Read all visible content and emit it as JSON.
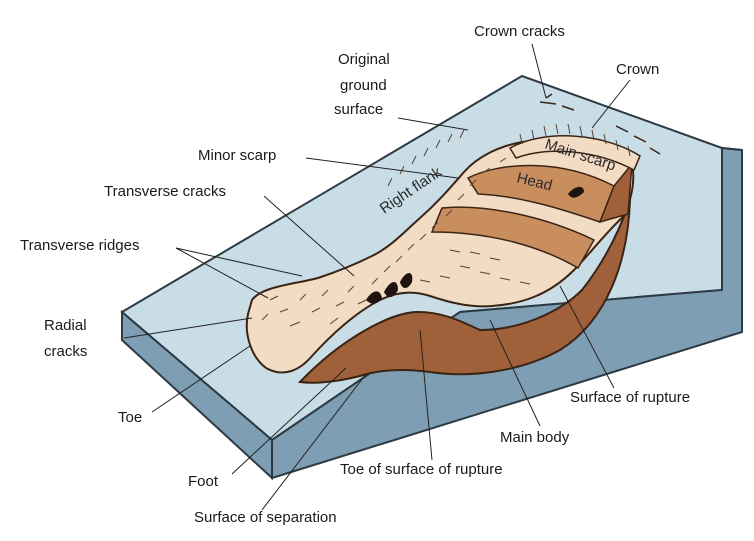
{
  "diagram": {
    "colors": {
      "ground_top": "#c9dde6",
      "ground_side": "#7e9fb3",
      "block_edge": "#2d3a44",
      "slide_body": "#f2dcc3",
      "slide_dark": "#a0603a",
      "head_block": "#c98e5e",
      "hatch": "#5a4333"
    },
    "labels": {
      "crown_cracks": "Crown cracks",
      "crown": "Crown",
      "original_ground_1": "Original",
      "original_ground_2": "ground",
      "original_ground_3": "surface",
      "minor_scarp": "Minor scarp",
      "transverse_cracks": "Transverse cracks",
      "transverse_ridges": "Transverse ridges",
      "radial_cracks_1": "Radial",
      "radial_cracks_2": "cracks",
      "toe": "Toe",
      "foot": "Foot",
      "surface_of_separation": "Surface of separation",
      "toe_of_surface_of_rupture": "Toe of surface of rupture",
      "main_body": "Main body",
      "surface_of_rupture": "Surface of rupture",
      "right_flank": "Right flank",
      "main_scarp": "Main scarp",
      "head": "Head"
    }
  }
}
